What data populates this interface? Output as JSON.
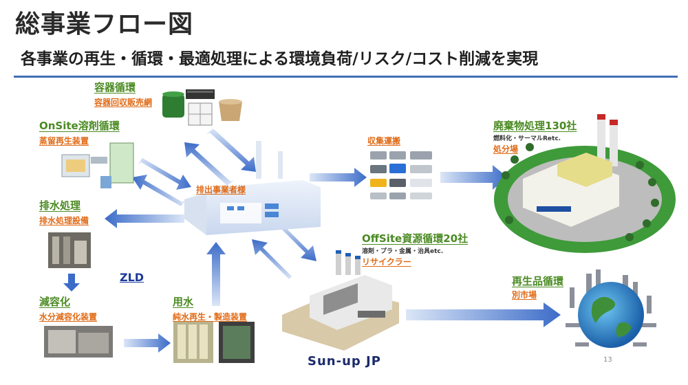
{
  "header": {
    "title": "総事業フロー図",
    "subtitle": "各事業の再生・循環・最適処理による環境負荷/リスク/コスト削減を実現"
  },
  "nodes": {
    "container": {
      "title": "容器循環",
      "sub": "容器回収販売網"
    },
    "onsite": {
      "title": "OnSite溶剤循環",
      "sub": "蒸留再生装置"
    },
    "wastewater": {
      "title": "排水処理",
      "sub": "排水処理設備"
    },
    "zld": {
      "label": "ZLD"
    },
    "volume": {
      "title": "減容化",
      "sub": "水分減容化装置"
    },
    "water": {
      "title": "用水",
      "sub": "純水再生・製造装置"
    },
    "emitter": {
      "sub": "排出事業者様"
    },
    "collect": {
      "sub": "収集運搬"
    },
    "disposal": {
      "title": "廃棄物処理130社",
      "note": "燃料化・サーマルRetc.",
      "sub": "処分場"
    },
    "offsite": {
      "title": "OffSite資源循環20社",
      "note": "溶剤・プラ・金属・治具etc.",
      "sub": "リサイクラー"
    },
    "recycled": {
      "title": "再生品循環",
      "sub": "別市場"
    },
    "sunup": {
      "label": "Sun-up JP"
    }
  },
  "footer": {
    "page_number": "13"
  },
  "colors": {
    "accent_rule": "#3f6fb5",
    "title_green": "#4a8a22",
    "sub_orange": "#e06a16",
    "arrow_blue": "#3f6fc6"
  }
}
